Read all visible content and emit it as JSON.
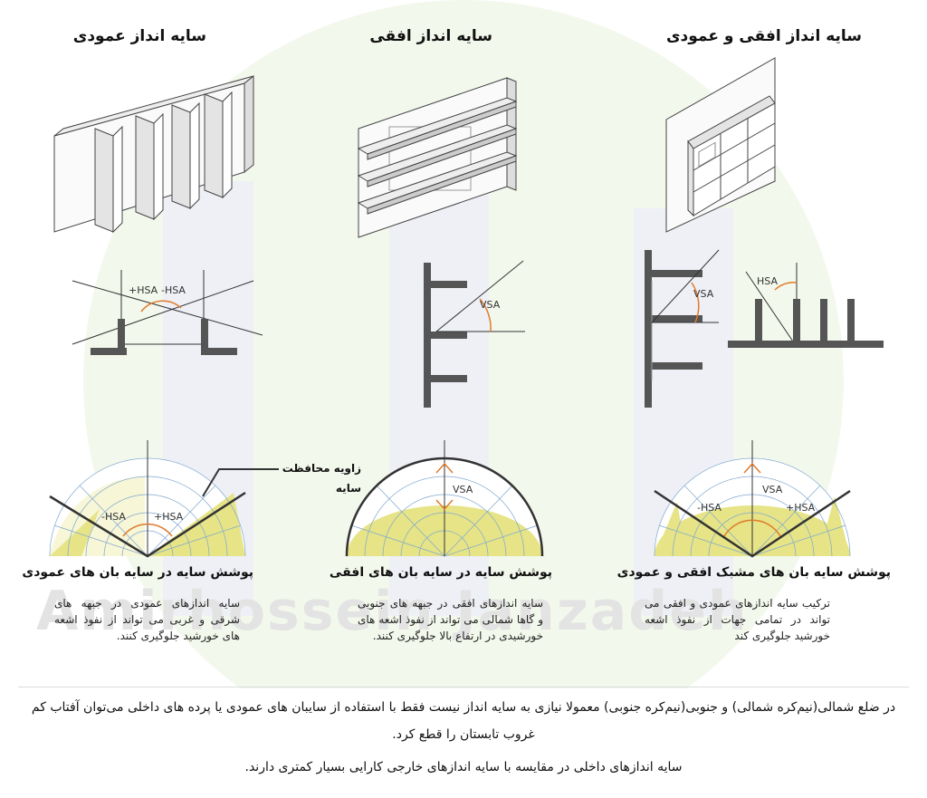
{
  "panels": [
    {
      "title": "سایه انداز عمودی",
      "caption": "پوشش سایه در سایه بان های عمودی",
      "description": "سایه اندازهای عمودی در جبهه های شرقی و غربی می تواند از نفوذ اشعه های خورشید جلوگیری کنند.",
      "diagram_labels": {
        "plus_hsa": "+HSA",
        "minus_hsa": "-HSA"
      }
    },
    {
      "title": "سایه انداز افقی",
      "caption": "پوشش سایه در سایه بان های افقی",
      "description": "سایه اندازهای افقی در جبهه های جنوبی و گاها شمالی می تواند از نفوذ اشعه های خورشیدی در ارتفاع بالا جلوگیری کنند.",
      "diagram_labels": {
        "vsa": "VSA"
      }
    },
    {
      "title": "سایه انداز افقی و عمودی",
      "caption": "پوشش سایه بان های مشبک افقی و عمودی",
      "description": "ترکیب سایه اندازهای عمودی و افقی می تواند در تمامی جهات از نفوذ اشعه خورشید جلوگیری کند",
      "diagram_labels": {
        "vsa": "VSA",
        "hsa": "HSA",
        "plus_hsa": "+HSA",
        "minus_hsa": "-HSA"
      }
    }
  ],
  "annotation": {
    "line1": "زاویه محافظت",
    "line2": "سایه"
  },
  "watermark": "Amirhossein Janzadeh",
  "footer": {
    "line1": "در ضلع شمالی(نیم‌کره شمالی) و جنوبی(نیم‌کره جنوبی) معمولا نیازی به سایه انداز نیست فقط با استفاده از سایبان های عمودی یا پرده های داخلی می‌توان آفتاب کم",
    "line2": "غروب تابستان را قطع کرد.",
    "line3": "سایه اندازهای داخلی در مقایسه با سایه اندازهای خارجی کارایی بسیار کمتری دارند."
  },
  "colors": {
    "line": "#333333",
    "grid": "#7fa7cf",
    "shade": "#e6e486",
    "accent": "#e07a2a",
    "background_circle": "#eef5e2"
  }
}
